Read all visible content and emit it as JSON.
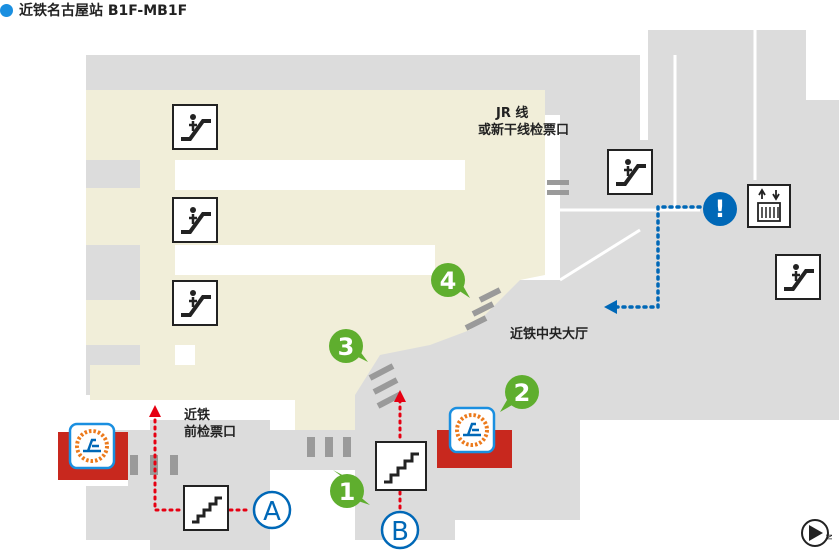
{
  "title": "近铁名古屋站 B1F-MB1F",
  "labels": {
    "jr_gate_line1": "JR 线",
    "jr_gate_line2": "或新干线检票口",
    "central_hall": "近铁中央大厅",
    "front_gate_line1": "近铁",
    "front_gate_line2": "前检票口"
  },
  "markers": {
    "exit_numbers": [
      "1",
      "2",
      "3",
      "4"
    ],
    "entrances": [
      "A",
      "B"
    ],
    "info": "!"
  },
  "icons": [
    "escalator-icon",
    "stairs-icon",
    "elevator-icon",
    "info-icon",
    "waiting-room-icon",
    "compass-icon"
  ],
  "colors": {
    "accent_blue": "#1a8fe0",
    "route_red": "#e60012",
    "route_blue": "#0068b7",
    "exit_green": "#5fae2e",
    "station_area": "#f1eed9",
    "walkway": "#dcdcdc",
    "waiting_room": "#c8281e"
  },
  "compass": "N"
}
